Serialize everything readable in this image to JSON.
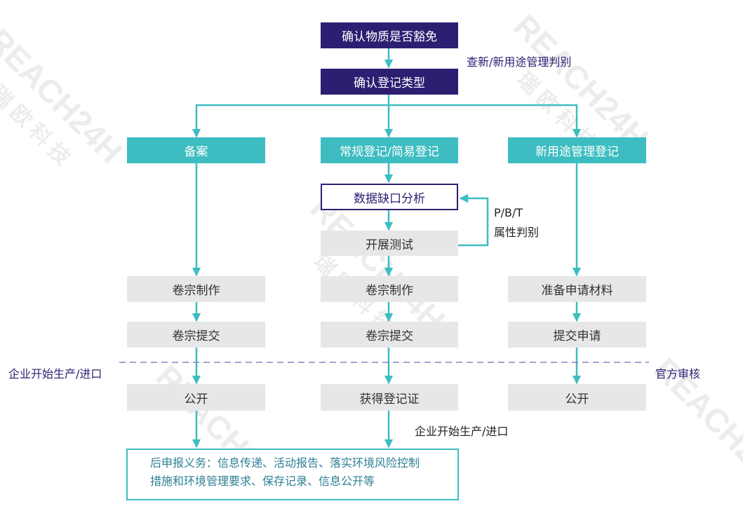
{
  "watermark": {
    "brand": "REACH24H",
    "company": "瑞 欧 科 技"
  },
  "nodes": {
    "confirm_exempt": "确认物质是否豁免",
    "confirm_type": "确认登记类型",
    "notification": "备案",
    "standard_registration": "常规登记/简易登记",
    "new_use_registration": "新用途管理登记",
    "data_gap": "数据缺口分析",
    "testing": "开展测试",
    "dossier_a": "卷宗制作",
    "dossier_b": "卷宗制作",
    "prepare_materials": "准备申请材料",
    "submit_a": "卷宗提交",
    "submit_b": "卷宗提交",
    "submit_application": "提交申请",
    "public_a": "公开",
    "certificate": "获得登记证",
    "public_c": "公开",
    "obligations_line1": "后申报义务：信息传递、活动报告、落实环境风险控制",
    "obligations_line2": "措施和环境管理要求、保存记录、信息公开等"
  },
  "notes": {
    "new_use_judgment": "查新/新用途管理判别",
    "pbt_line1": "P/B/T",
    "pbt_line2": "属性判别",
    "start_production_left": "企业开始生产/进口",
    "official_review": "官方审核",
    "start_production_center": "企业开始生产/进口"
  },
  "colors": {
    "dark_purple": "#2e1e72",
    "teal": "#3dbdc1",
    "grey_box": "#e7e7e7",
    "dashed_line": "#8a7fc4",
    "final_text": "#2e7f95"
  }
}
